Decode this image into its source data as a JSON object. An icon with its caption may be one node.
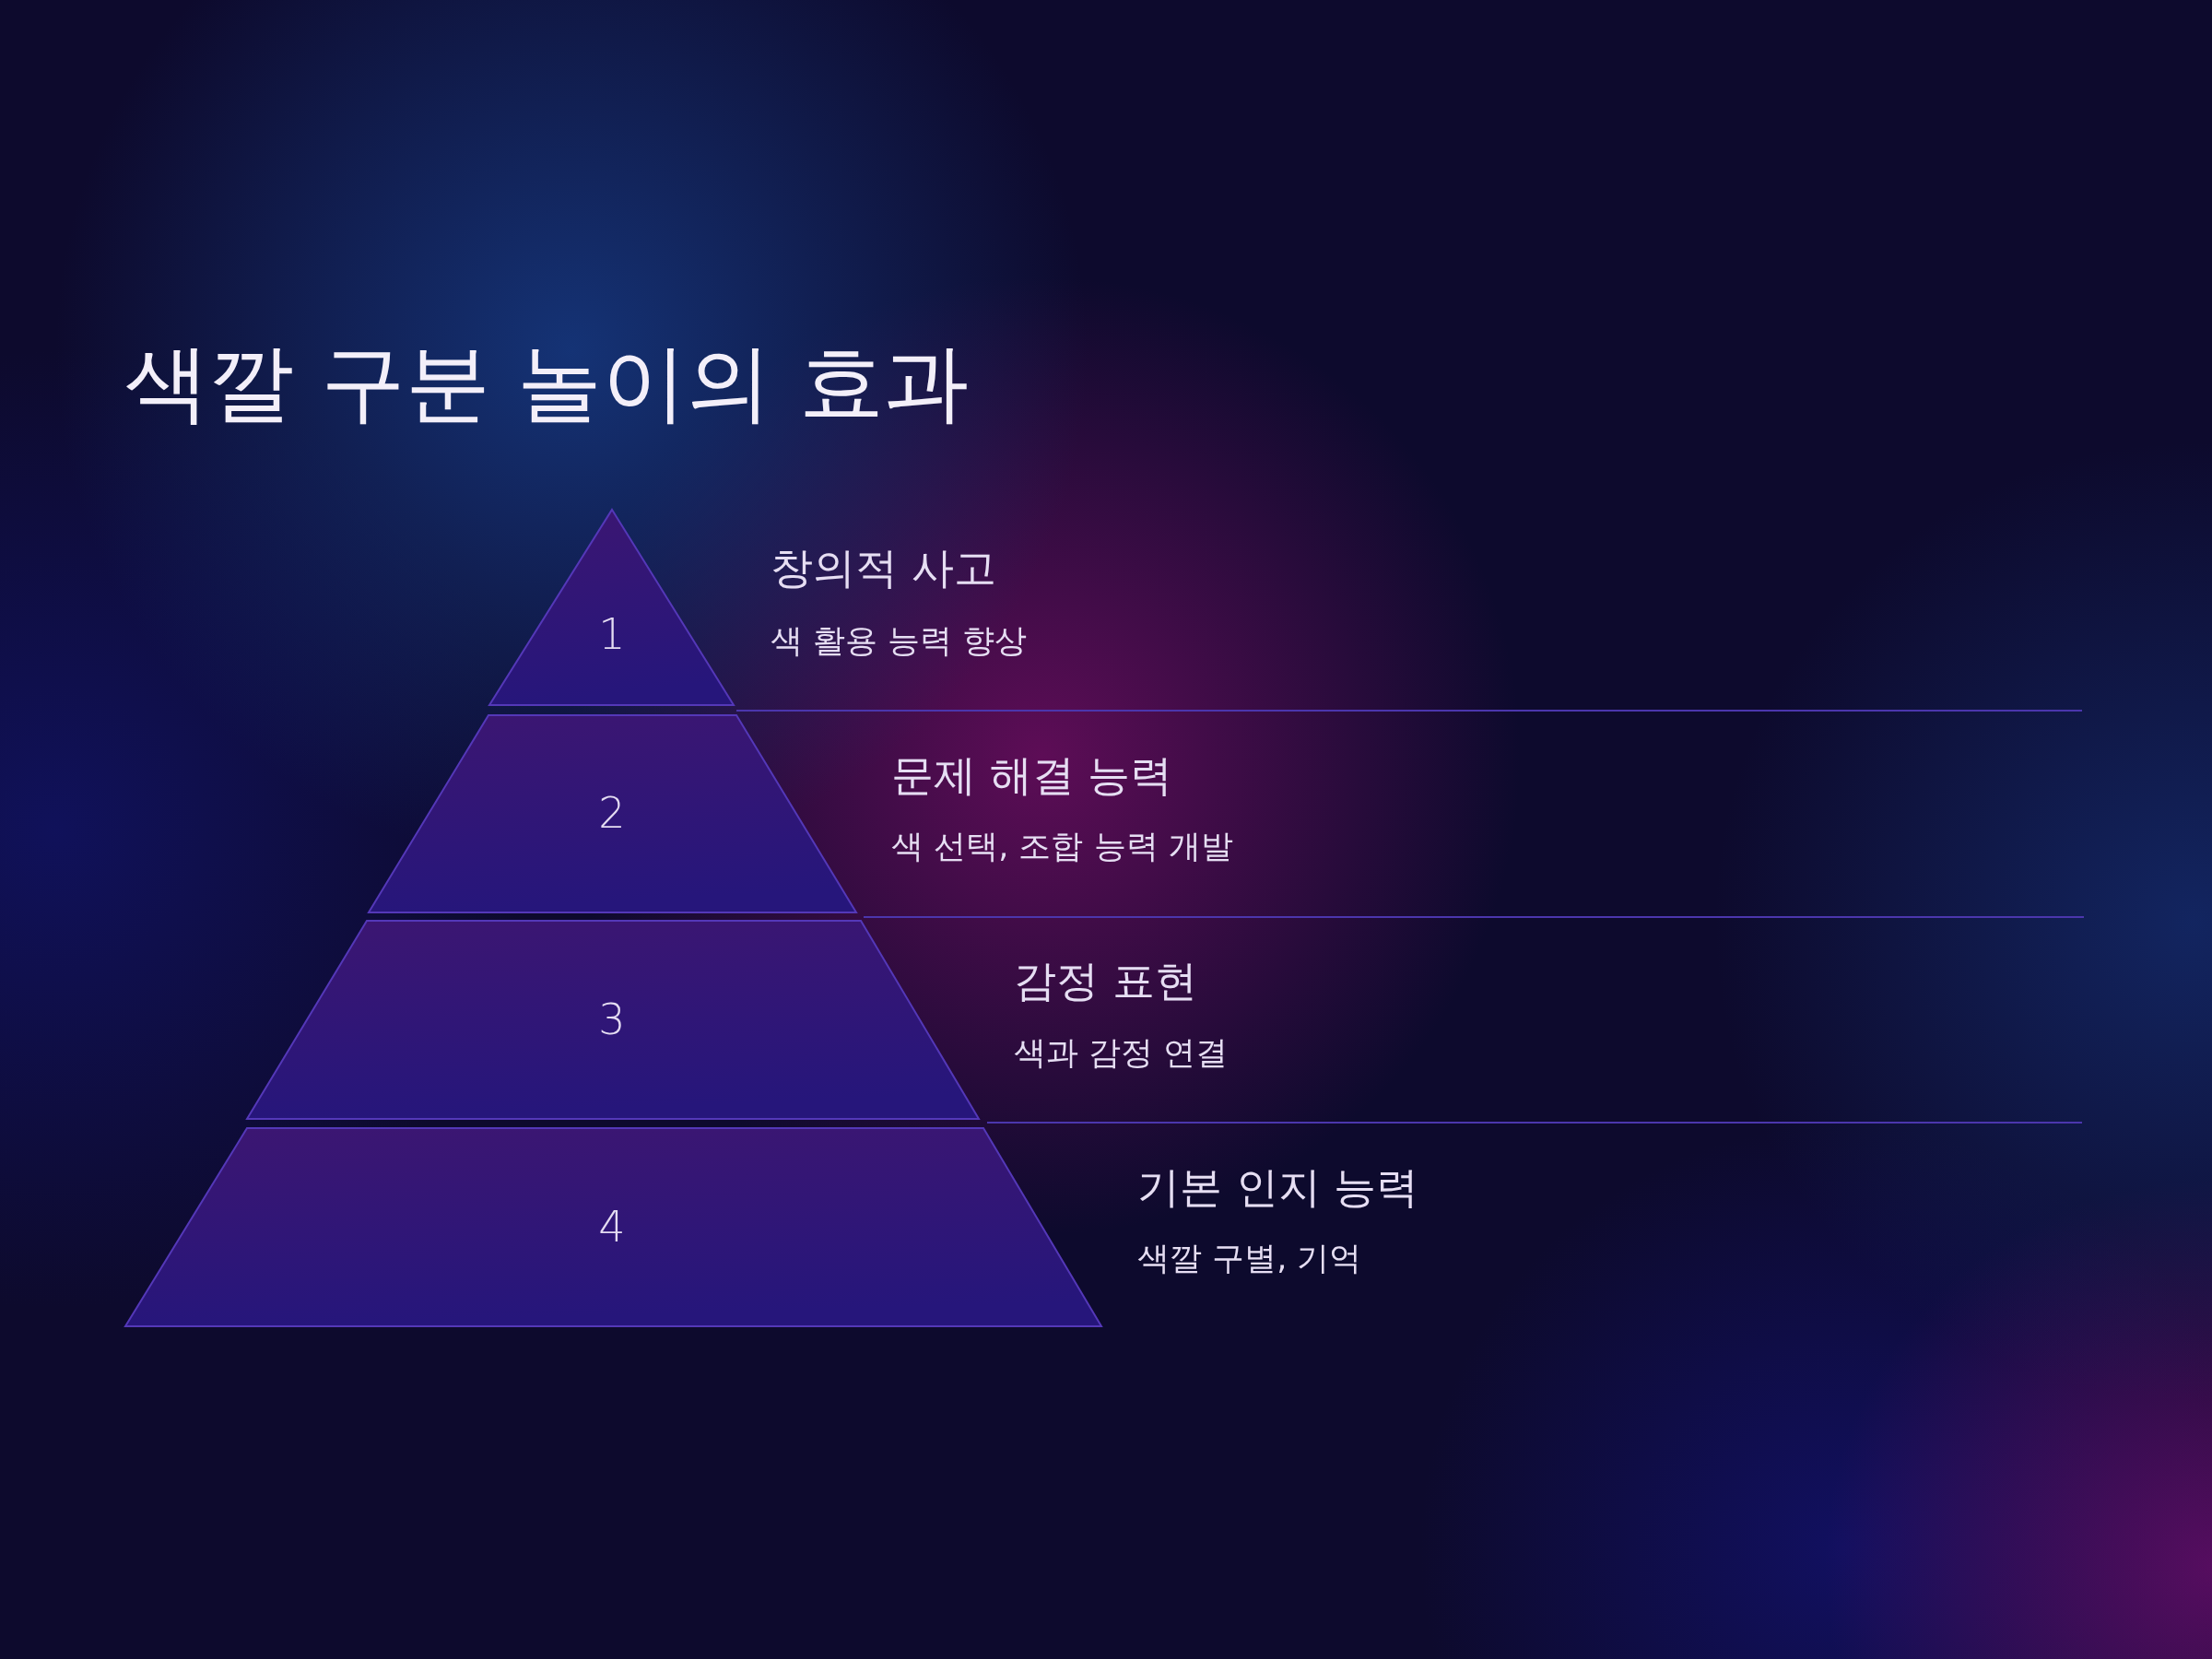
{
  "diagram": {
    "title": "색깔 구분 놀이의 효과",
    "nodes": [
      {
        "text": [
          "1"
        ],
        "beside": [
          "창의적 사고",
          "색 활용 능력 향상"
        ]
      },
      {
        "text": [
          "2"
        ],
        "beside": [
          "문제 해결 능력",
          "색 선택, 조합 능력 개발"
        ]
      },
      {
        "text": [
          "3"
        ],
        "beside": [
          "감정 표현",
          "색과 감정 연결"
        ]
      },
      {
        "text": [
          "4"
        ],
        "beside": [
          "기본 인지 능력",
          "색깔 구별, 기억"
        ]
      }
    ]
  }
}
